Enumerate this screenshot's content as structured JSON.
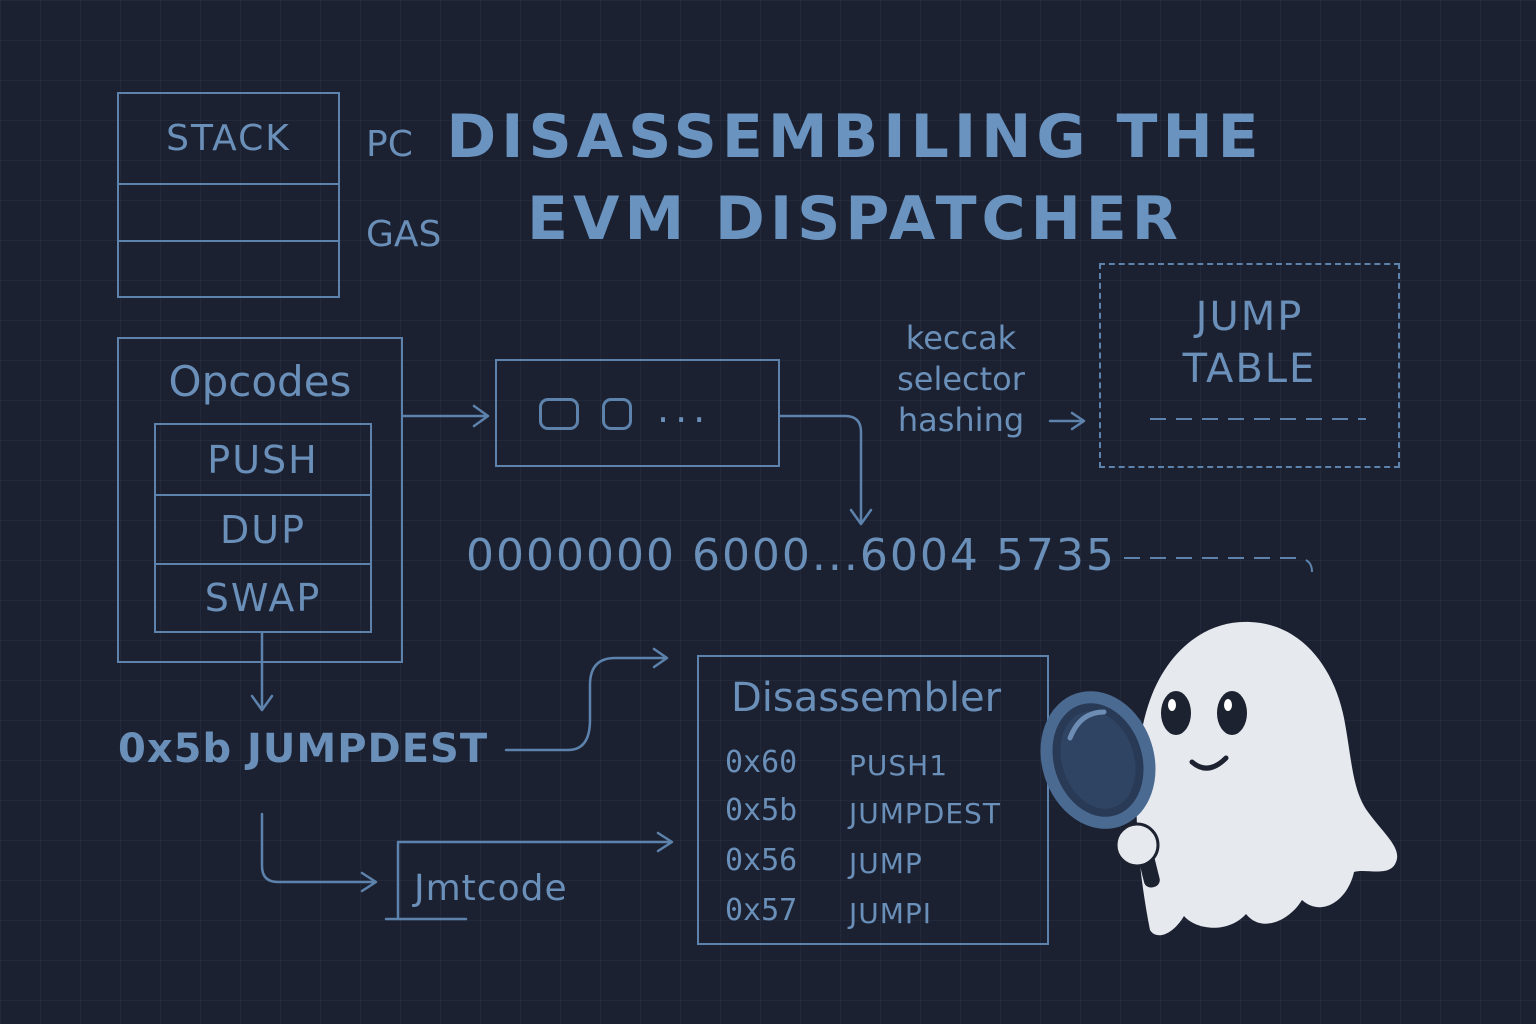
{
  "title": {
    "line1": "DISASSEMBILING THE",
    "line2": "EVM DISPATCHER"
  },
  "registers": {
    "stack": "STACK",
    "pc": "PC",
    "gas": "GAS"
  },
  "opcodes": {
    "header": "Opcodes",
    "items": [
      "PUSH",
      "DUP",
      "SWAP"
    ]
  },
  "data_box": {
    "ellipsis": "..."
  },
  "hashing": {
    "line1": "keccak",
    "line2": "selector",
    "line3": "hashing"
  },
  "jump_table": {
    "line1": "JUMP",
    "line2": "TABLE"
  },
  "bytecode": "0000000 6000...6004 5735",
  "jumpdest_label": "0x5b JUMPDEST",
  "jmtcode_label": "Jmtcode",
  "disassembler": {
    "header": "Disassembler",
    "rows": [
      {
        "addr": "0x60",
        "op": "PUSH1"
      },
      {
        "addr": "0x5b",
        "op": "JUMPDEST"
      },
      {
        "addr": "0x56",
        "op": "JUMP"
      },
      {
        "addr": "0x57",
        "op": "JUMPI"
      }
    ]
  },
  "colors": {
    "background": "#1b2131",
    "line": "#5d82ac",
    "text": "#6a8fb8",
    "ghost": "#e6e9ee"
  },
  "icons": {
    "mascot": "ghost-icon",
    "magnifier": "magnifying-glass-icon"
  }
}
